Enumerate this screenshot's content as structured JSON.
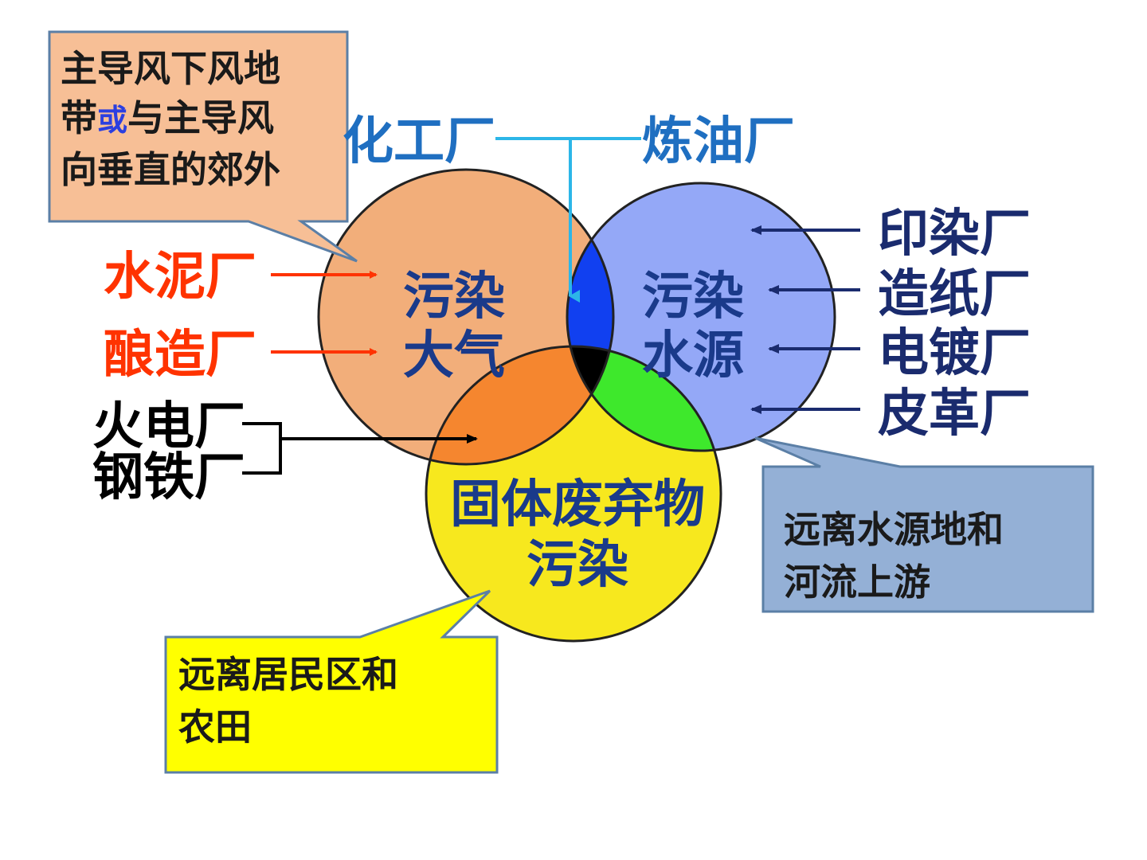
{
  "callouts": {
    "air": {
      "line1": "主导风下风地",
      "line2_a": "带",
      "line2_or": "或",
      "line2_b": "与主导风",
      "line3": "向垂直的郊外"
    },
    "water": {
      "line1": "远离水源地和",
      "line2": "河流上游"
    },
    "solid": {
      "line1": "远离居民区和",
      "line2": "农田"
    }
  },
  "circles": {
    "air": {
      "line1": "污染",
      "line2": "大气"
    },
    "water": {
      "line1": "污染",
      "line2": "水源"
    },
    "solid": {
      "line1": "固体废弃物",
      "line2": "污染"
    }
  },
  "factories": {
    "chemical": "化工厂",
    "refinery": "炼油厂",
    "cement": "水泥厂",
    "brewery": "酿造厂",
    "power": "火电厂",
    "steel": "钢铁厂",
    "dyeing": "印染厂",
    "paper": "造纸厂",
    "plating": "电镀厂",
    "leather": "皮革厂"
  },
  "colors": {
    "air_circle": "#f2ae7a",
    "water_circle": "#94a8f7",
    "solid_circle": "#f7e81e",
    "air_water_overlap": "#1140f0",
    "air_solid_overlap": "#f5862f",
    "water_solid_overlap": "#3ee82c",
    "center_overlap": "#000000",
    "callout_air": "#f7bf96",
    "callout_water": "#94b0d6",
    "callout_solid": "#ffff00",
    "text_blue": "#1f6fc1",
    "text_navy": "#1a2b6e",
    "text_red": "#ff3300"
  }
}
